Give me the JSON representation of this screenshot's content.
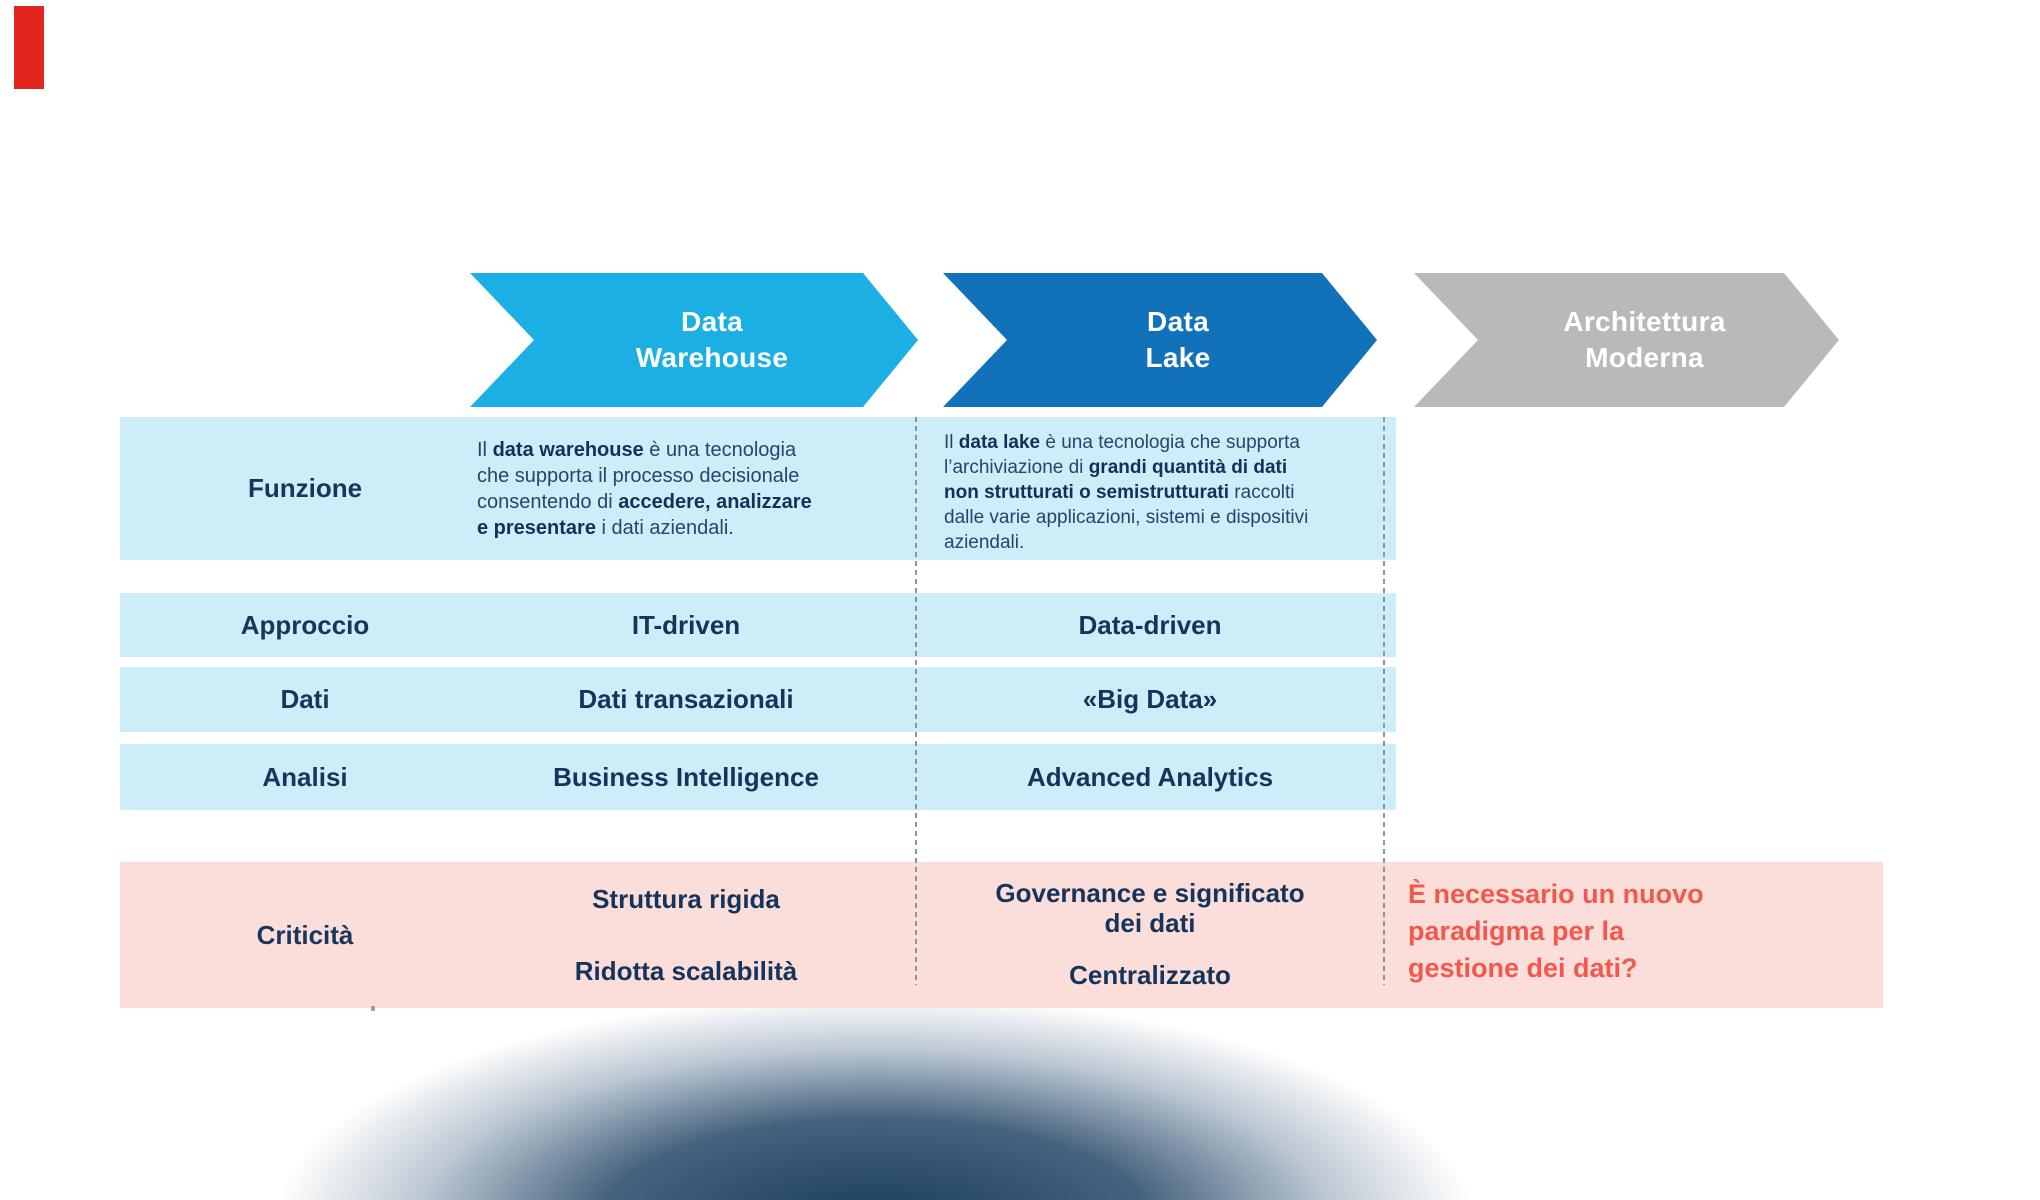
{
  "slide": {
    "background": "#FFFFFF",
    "corner_mark_color": "#E3251E"
  },
  "header_arrows": [
    {
      "label": "Data\nWarehouse",
      "color": "#1BAFE4"
    },
    {
      "label": "Data\nLake",
      "color": "#1272B9"
    },
    {
      "label": "Architettura\nModerna",
      "color": "#B9B9B9"
    }
  ],
  "table": {
    "labels": {
      "funzione": "Funzione",
      "approccio": "Approccio",
      "dati": "Dati",
      "analisi": "Analisi",
      "criticita": "Criticità"
    },
    "funzione": {
      "dw_segments": [
        {
          "t": "Il ",
          "bold": false
        },
        {
          "t": "data warehouse",
          "bold": true
        },
        {
          "t": " è una tecnologia\nche supporta il processo decisionale\nconsentendo di ",
          "bold": false
        },
        {
          "t": "accedere, analizzare\ne presentare",
          "bold": true
        },
        {
          "t": " i dati aziendali.",
          "bold": false
        }
      ],
      "dl_segments": [
        {
          "t": "Il ",
          "bold": false
        },
        {
          "t": "data lake",
          "bold": true
        },
        {
          "t": " è una tecnologia che supporta\nl’archiviazione di ",
          "bold": false
        },
        {
          "t": "grandi quantità di dati\nnon strutturati o semistrutturati",
          "bold": true
        },
        {
          "t": " raccolti\ndalle varie applicazioni, sistemi e dispositivi\naziendali.",
          "bold": false
        }
      ]
    },
    "approccio": {
      "dw": "IT-driven",
      "dl": "Data-driven"
    },
    "dati": {
      "dw": "Dati transazionali",
      "dl": "«Big Data»"
    },
    "analisi": {
      "dw": "Business Intelligence",
      "dl": "Advanced Analytics"
    },
    "criticita": {
      "dw_item1": "Struttura rigida",
      "dw_item2": "Ridotta scalabilità",
      "dl_item1": "Governance e significato\ndei dati",
      "dl_item2": "Centralizzato",
      "question": "È necessario un nuovo\nparadigma per la\ngestione dei dati?"
    }
  },
  "colors": {
    "row_blue": "#CDEDF9",
    "row_pink": "#FBDDDA",
    "text_navy": "#17365D",
    "text_red": "#F2594E",
    "divider_gray": "#8E9498",
    "arrow_cyan": "#1BAFE4",
    "arrow_blue": "#1272B9",
    "arrow_gray": "#B9B9B9"
  }
}
